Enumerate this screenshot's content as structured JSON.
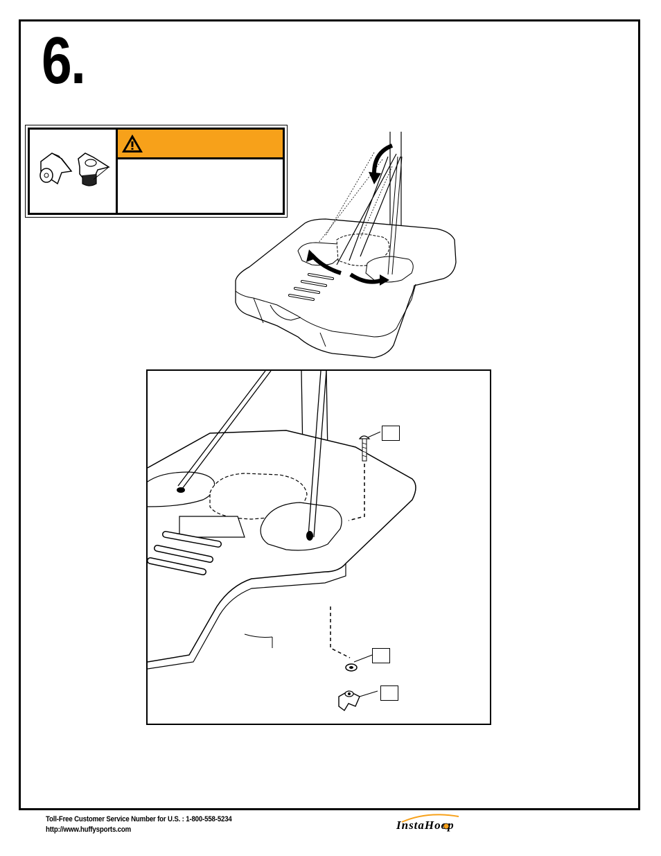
{
  "step": {
    "number": "6."
  },
  "warning": {
    "header_icon": "warning-triangle-icon",
    "parts_icon": "knob-parts-icon",
    "accent_color": "#f7a11a"
  },
  "detail": {
    "callouts": [
      "",
      "",
      ""
    ]
  },
  "footer": {
    "phone_line": "Toll-Free Customer Service Number for U.S. : 1-800-558-5234",
    "url": "http://www.huffysports.com",
    "logo_text": "InstaHoop"
  }
}
